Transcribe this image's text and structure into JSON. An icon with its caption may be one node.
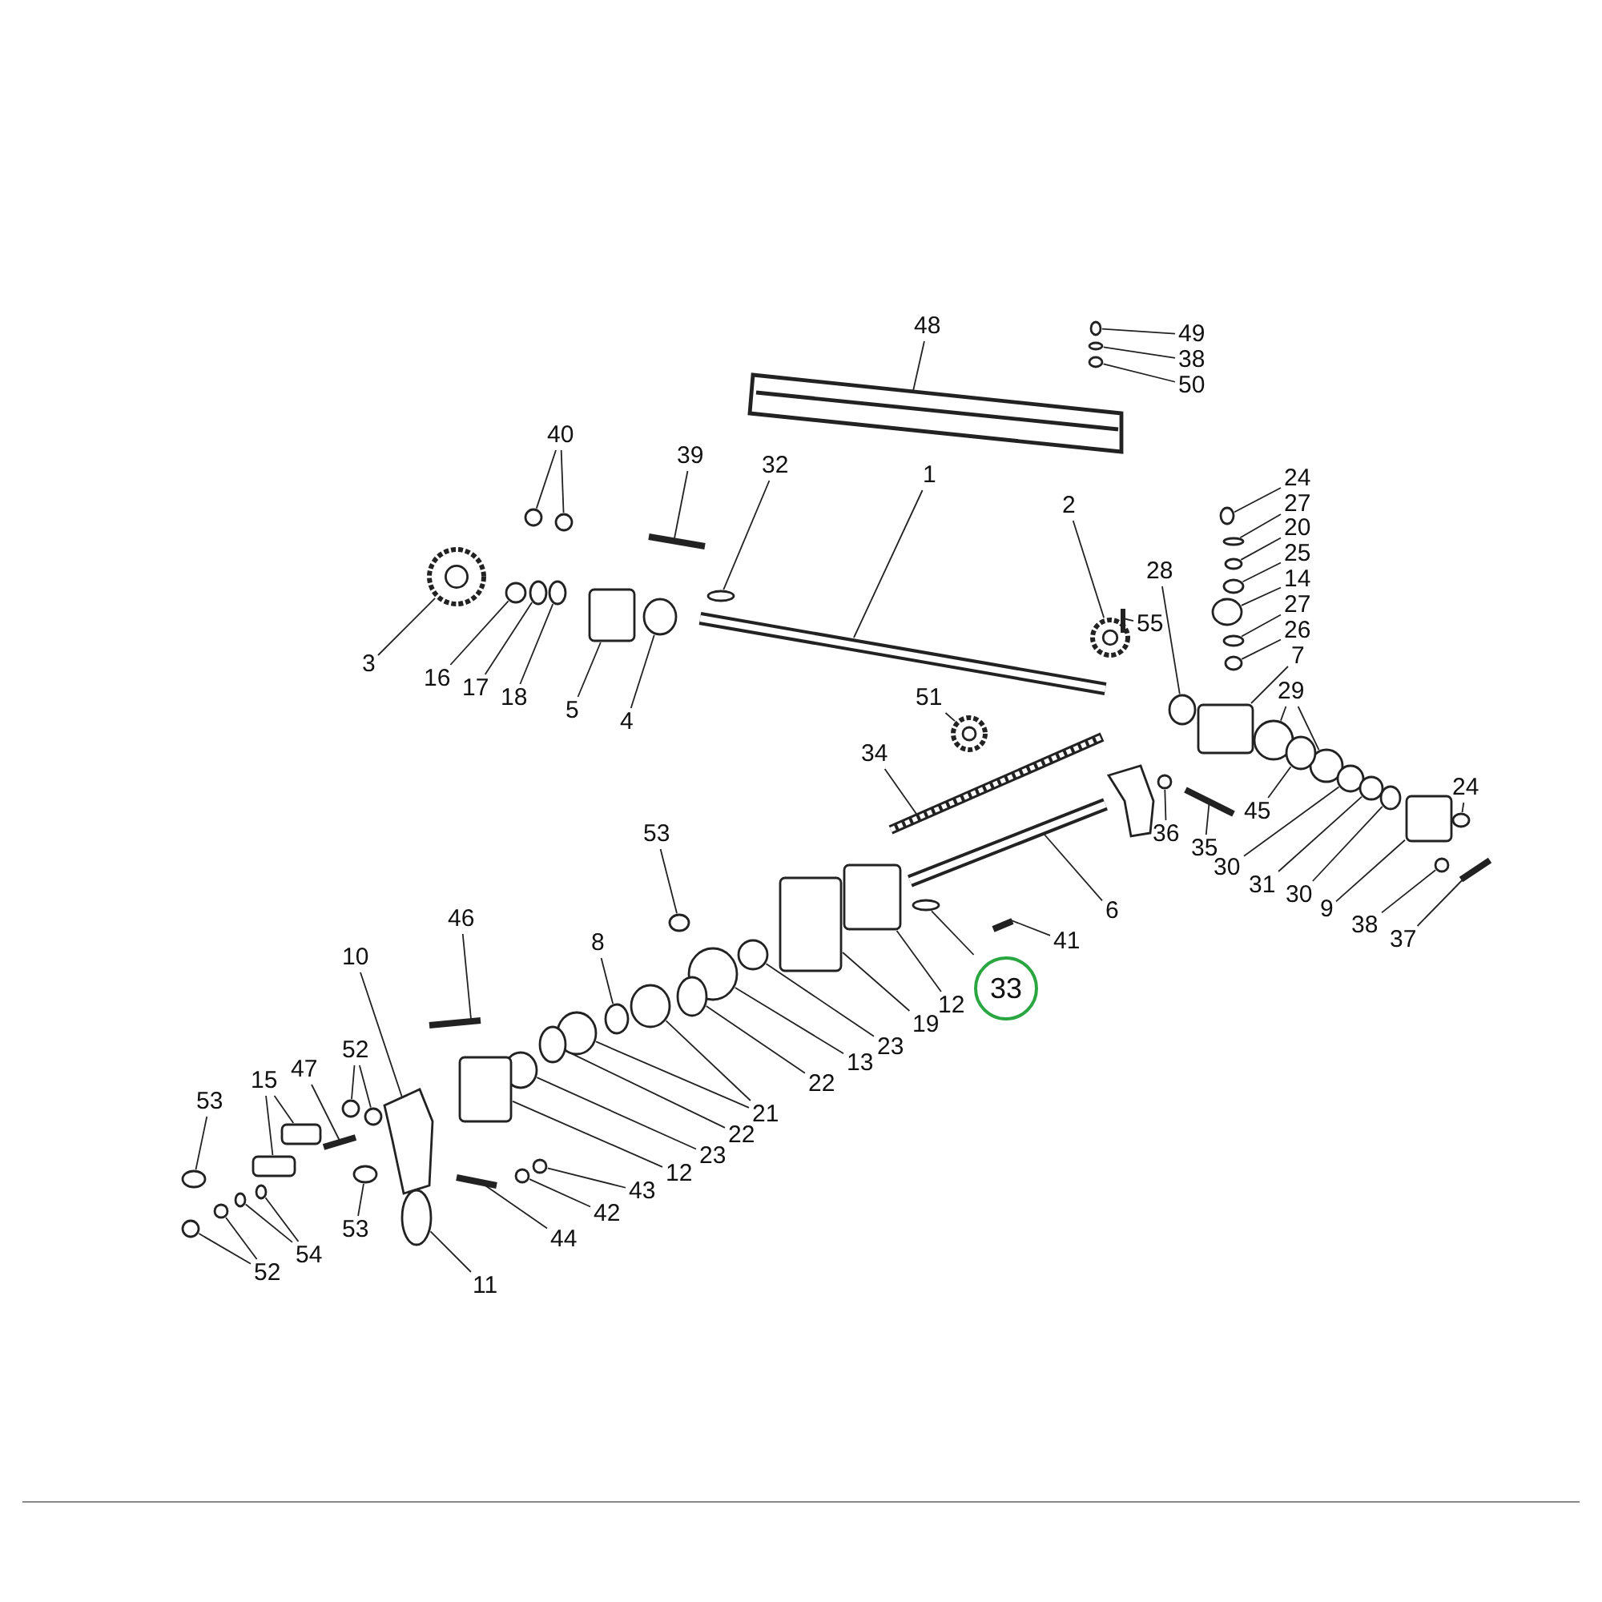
{
  "diagram": {
    "nodes": [
      {
        "text": [
          "48"
        ]
      },
      {
        "text": [
          "49"
        ]
      },
      {
        "text": [
          "38"
        ]
      },
      {
        "text": [
          "50"
        ]
      },
      {
        "text": [
          "40"
        ]
      },
      {
        "text": [
          "39"
        ]
      },
      {
        "text": [
          "32"
        ]
      },
      {
        "text": [
          "1"
        ]
      },
      {
        "text": [
          "24"
        ]
      },
      {
        "text": [
          "27"
        ]
      },
      {
        "text": [
          "2"
        ]
      },
      {
        "text": [
          "20"
        ]
      },
      {
        "text": [
          "25"
        ]
      },
      {
        "text": [
          "28"
        ]
      },
      {
        "text": [
          "14"
        ]
      },
      {
        "text": [
          "27"
        ]
      },
      {
        "text": [
          "55"
        ]
      },
      {
        "text": [
          "26"
        ]
      },
      {
        "text": [
          "7"
        ]
      },
      {
        "text": [
          "3"
        ]
      },
      {
        "text": [
          "16"
        ]
      },
      {
        "text": [
          "17"
        ]
      },
      {
        "text": [
          "18"
        ]
      },
      {
        "text": [
          "29"
        ]
      },
      {
        "text": [
          "51"
        ]
      },
      {
        "text": [
          "5"
        ]
      },
      {
        "text": [
          "4"
        ]
      },
      {
        "text": [
          "34"
        ]
      },
      {
        "text": [
          "24"
        ]
      },
      {
        "text": [
          "45"
        ]
      },
      {
        "text": [
          "36"
        ]
      },
      {
        "text": [
          "53"
        ]
      },
      {
        "text": [
          "35"
        ]
      },
      {
        "text": [
          "30"
        ]
      },
      {
        "text": [
          "31"
        ]
      },
      {
        "text": [
          "30"
        ]
      },
      {
        "text": [
          "9"
        ]
      },
      {
        "text": [
          "6"
        ]
      },
      {
        "text": [
          "38"
        ]
      },
      {
        "text": [
          "46"
        ]
      },
      {
        "text": [
          "37"
        ]
      },
      {
        "text": [
          "41"
        ]
      },
      {
        "text": [
          "8"
        ]
      },
      {
        "text": [
          "10"
        ]
      },
      {
        "text": [
          "33"
        ]
      },
      {
        "text": [
          "12"
        ]
      },
      {
        "text": [
          "19"
        ]
      },
      {
        "text": [
          "23"
        ]
      },
      {
        "text": [
          "52"
        ]
      },
      {
        "text": [
          "13"
        ]
      },
      {
        "text": [
          "47"
        ]
      },
      {
        "text": [
          "15"
        ]
      },
      {
        "text": [
          "22"
        ]
      },
      {
        "text": [
          "53"
        ]
      },
      {
        "text": [
          "21"
        ]
      },
      {
        "text": [
          "22"
        ]
      },
      {
        "text": [
          "23"
        ]
      },
      {
        "text": [
          "12"
        ]
      },
      {
        "text": [
          "43"
        ]
      },
      {
        "text": [
          "42"
        ]
      },
      {
        "text": [
          "53"
        ]
      },
      {
        "text": [
          "44"
        ]
      },
      {
        "text": [
          "54"
        ]
      },
      {
        "text": [
          "52"
        ]
      },
      {
        "text": [
          "11"
        ]
      },
      {
        "text": [],
        "shape": "bar"
      },
      {
        "text": [],
        "shape": "circle"
      },
      {
        "text": [],
        "shape": "circle"
      },
      {
        "text": [],
        "shape": "circle"
      },
      {
        "text": [],
        "shape": "circle"
      },
      {
        "text": [],
        "shape": "circle"
      },
      {
        "text": [],
        "shape": "bar"
      },
      {
        "text": [],
        "shape": "circle"
      },
      {
        "text": [],
        "shape": "bar"
      },
      {
        "text": [],
        "shape": "circle"
      },
      {
        "text": [],
        "shape": "circle"
      },
      {
        "text": [],
        "shape": "circle"
      },
      {
        "text": [],
        "shape": "circle"
      },
      {
        "text": [],
        "shape": "circle"
      },
      {
        "text": [],
        "shape": "circle"
      },
      {
        "text": [],
        "shape": "circle"
      },
      {
        "text": [],
        "shape": "circle"
      },
      {
        "text": [],
        "shape": "bar"
      },
      {
        "text": [],
        "shape": "circle"
      },
      {
        "text": [],
        "shape": "box"
      },
      {
        "text": [],
        "shape": "circle"
      },
      {
        "text": [],
        "shape": "circle"
      },
      {
        "text": [],
        "shape": "circle"
      },
      {
        "text": [],
        "shape": "circle"
      },
      {
        "text": [],
        "shape": "circle"
      },
      {
        "text": [],
        "shape": "circle"
      },
      {
        "text": [],
        "shape": "circle"
      },
      {
        "text": [],
        "shape": "box"
      },
      {
        "text": [],
        "shape": "circle"
      },
      {
        "text": [],
        "shape": "bar"
      },
      {
        "text": [],
        "shape": "circle"
      },
      {
        "text": [],
        "shape": "circle"
      },
      {
        "text": [],
        "shape": "circle"
      },
      {
        "text": [],
        "shape": "circle"
      },
      {
        "text": [],
        "shape": "bar"
      },
      {
        "text": [],
        "shape": "circle"
      },
      {
        "text": [],
        "shape": "circle"
      },
      {
        "text": [],
        "shape": "circle"
      },
      {
        "text": [],
        "shape": "box"
      },
      {
        "text": [],
        "shape": "bar"
      },
      {
        "text": [],
        "shape": "circle"
      },
      {
        "text": [],
        "shape": "bar"
      },
      {
        "text": [],
        "shape": "bar"
      },
      {
        "text": [],
        "shape": "bar"
      },
      {
        "text": [],
        "shape": "circle"
      },
      {
        "text": [],
        "shape": "box"
      },
      {
        "text": [],
        "shape": "circle"
      },
      {
        "text": [],
        "shape": "box"
      },
      {
        "text": [],
        "shape": "box"
      },
      {
        "text": [],
        "shape": "circle"
      },
      {
        "text": [],
        "shape": "circle"
      },
      {
        "text": [],
        "shape": "circle"
      },
      {
        "text": [],
        "shape": "circle"
      },
      {
        "text": [],
        "shape": "bar"
      },
      {
        "text": [],
        "shape": "box"
      },
      {
        "text": [],
        "shape": "box"
      },
      {
        "text": [],
        "shape": "circle"
      },
      {
        "text": [],
        "shape": "circle"
      },
      {
        "text": [],
        "shape": "circle"
      },
      {
        "text": [],
        "shape": "circle"
      },
      {
        "text": [],
        "shape": "circle"
      },
      {
        "text": [],
        "shape": "circle"
      },
      {
        "text": [],
        "shape": "box"
      },
      {
        "text": [],
        "shape": "circle"
      },
      {
        "text": [],
        "shape": "circle"
      },
      {
        "text": [],
        "shape": "circle"
      },
      {
        "text": [],
        "shape": "bar"
      },
      {
        "text": [],
        "shape": "circle"
      },
      {
        "text": [],
        "shape": "circle"
      },
      {
        "text": [],
        "shape": "circle"
      },
      {
        "text": [],
        "shape": "circle"
      },
      {
        "text": [],
        "shape": "circle"
      }
    ],
    "edges": [
      {
        "from": 0,
        "to": 65,
        "arrow": "none"
      },
      {
        "from": 1,
        "to": 66,
        "arrow": "none"
      },
      {
        "from": 2,
        "to": 67,
        "arrow": "none"
      },
      {
        "from": 3,
        "to": 68,
        "arrow": "none"
      },
      {
        "from": 4,
        "to": 69,
        "arrow": "none"
      },
      {
        "from": 4,
        "to": 70,
        "arrow": "none"
      },
      {
        "from": 5,
        "to": 71,
        "arrow": "none"
      },
      {
        "from": 6,
        "to": 72,
        "arrow": "none"
      },
      {
        "from": 7,
        "to": 73,
        "arrow": "none"
      },
      {
        "from": 8,
        "to": 74,
        "arrow": "none"
      },
      {
        "from": 9,
        "to": 75,
        "arrow": "none"
      },
      {
        "from": 10,
        "to": 76,
        "arrow": "none"
      },
      {
        "from": 11,
        "to": 77,
        "arrow": "none"
      },
      {
        "from": 12,
        "to": 78,
        "arrow": "none"
      },
      {
        "from": 13,
        "to": 79,
        "arrow": "none"
      },
      {
        "from": 14,
        "to": 80,
        "arrow": "none"
      },
      {
        "from": 15,
        "to": 81,
        "arrow": "none"
      },
      {
        "from": 16,
        "to": 82,
        "arrow": "none"
      },
      {
        "from": 17,
        "to": 83,
        "arrow": "none"
      },
      {
        "from": 18,
        "to": 84,
        "arrow": "none"
      },
      {
        "from": 19,
        "to": 85,
        "arrow": "none"
      },
      {
        "from": 20,
        "to": 86,
        "arrow": "none"
      },
      {
        "from": 21,
        "to": 87,
        "arrow": "none"
      },
      {
        "from": 22,
        "to": 88,
        "arrow": "none"
      },
      {
        "from": 23,
        "to": 89,
        "arrow": "none"
      },
      {
        "from": 23,
        "to": 90,
        "arrow": "none"
      },
      {
        "from": 24,
        "to": 91,
        "arrow": "none"
      },
      {
        "from": 25,
        "to": 92,
        "arrow": "none"
      },
      {
        "from": 26,
        "to": 93,
        "arrow": "none"
      },
      {
        "from": 27,
        "to": 94,
        "arrow": "none"
      },
      {
        "from": 28,
        "to": 95,
        "arrow": "none"
      },
      {
        "from": 29,
        "to": 96,
        "arrow": "none"
      },
      {
        "from": 30,
        "to": 97,
        "arrow": "none"
      },
      {
        "from": 31,
        "to": 98,
        "arrow": "none"
      },
      {
        "from": 32,
        "to": 99,
        "arrow": "none"
      },
      {
        "from": 33,
        "to": 100,
        "arrow": "none"
      },
      {
        "from": 34,
        "to": 101,
        "arrow": "none"
      },
      {
        "from": 35,
        "to": 102,
        "arrow": "none"
      },
      {
        "from": 36,
        "to": 103,
        "arrow": "none"
      },
      {
        "from": 37,
        "to": 104,
        "arrow": "none"
      },
      {
        "from": 38,
        "to": 105,
        "arrow": "none"
      },
      {
        "from": 39,
        "to": 106,
        "arrow": "none"
      },
      {
        "from": 40,
        "to": 107,
        "arrow": "none"
      },
      {
        "from": 41,
        "to": 108,
        "arrow": "none"
      },
      {
        "from": 42,
        "to": 109,
        "arrow": "none"
      },
      {
        "from": 43,
        "to": 110,
        "arrow": "none"
      },
      {
        "from": 44,
        "to": 111,
        "arrow": "none"
      },
      {
        "from": 45,
        "to": 112,
        "arrow": "none"
      },
      {
        "from": 46,
        "to": 113,
        "arrow": "none"
      },
      {
        "from": 47,
        "to": 114,
        "arrow": "none"
      },
      {
        "from": 48,
        "to": 115,
        "arrow": "none"
      },
      {
        "from": 48,
        "to": 116,
        "arrow": "none"
      },
      {
        "from": 49,
        "to": 117,
        "arrow": "none"
      },
      {
        "from": 50,
        "to": 118,
        "arrow": "none"
      },
      {
        "from": 51,
        "to": 119,
        "arrow": "none"
      },
      {
        "from": 51,
        "to": 120,
        "arrow": "none"
      },
      {
        "from": 52,
        "to": 121,
        "arrow": "none"
      },
      {
        "from": 53,
        "to": 122,
        "arrow": "none"
      },
      {
        "from": 54,
        "to": 123,
        "arrow": "none"
      },
      {
        "from": 54,
        "to": 124,
        "arrow": "none"
      },
      {
        "from": 55,
        "to": 125,
        "arrow": "none"
      },
      {
        "from": 56,
        "to": 126,
        "arrow": "none"
      },
      {
        "from": 57,
        "to": 127,
        "arrow": "none"
      },
      {
        "from": 58,
        "to": 128,
        "arrow": "none"
      },
      {
        "from": 59,
        "to": 129,
        "arrow": "none"
      },
      {
        "from": 60,
        "to": 130,
        "arrow": "none"
      },
      {
        "from": 61,
        "to": 131,
        "arrow": "none"
      },
      {
        "from": 62,
        "to": 132,
        "arrow": "none"
      },
      {
        "from": 62,
        "to": 133,
        "arrow": "none"
      },
      {
        "from": 63,
        "to": 134,
        "arrow": "none"
      },
      {
        "from": 63,
        "to": 135,
        "arrow": "none"
      },
      {
        "from": 64,
        "to": 136,
        "arrow": "none"
      }
    ]
  }
}
